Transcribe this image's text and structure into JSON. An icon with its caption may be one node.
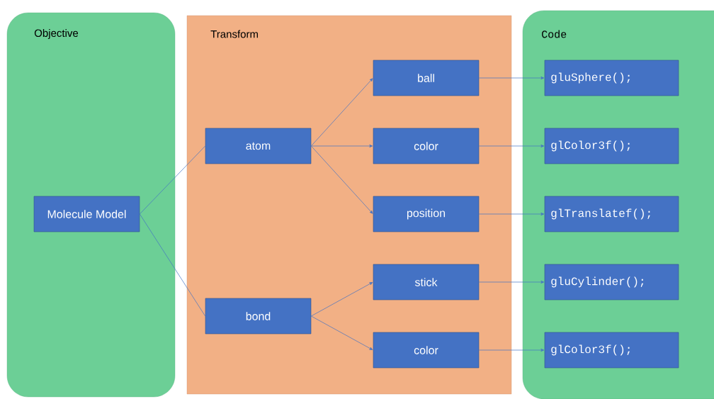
{
  "diagram": {
    "nodes": [
      {
        "text": [
          "Objective"
        ]
      },
      {
        "text": [
          "Molecule Model"
        ],
        "in": 0
      },
      {
        "text": [
          "Transform"
        ]
      },
      {
        "text": [
          "atom"
        ],
        "in": 2
      },
      {
        "text": [
          "bond"
        ],
        "in": 2
      },
      {
        "text": [
          "ball"
        ],
        "in": 2
      },
      {
        "text": [
          "color"
        ],
        "in": 2
      },
      {
        "text": [
          "position"
        ],
        "in": 2
      },
      {
        "text": [
          "stick"
        ],
        "in": 2
      },
      {
        "text": [
          "color"
        ],
        "in": 2
      },
      {
        "text": [
          "Code"
        ]
      },
      {
        "text": [
          "gluSphere();"
        ],
        "in": 10
      },
      {
        "text": [
          "glColor3f();"
        ],
        "in": 10
      },
      {
        "text": [
          "glTranslatef();"
        ],
        "in": 10
      },
      {
        "text": [
          "gluCylinder();"
        ],
        "in": 10
      },
      {
        "text": [
          "glColor3f();"
        ],
        "in": 10
      }
    ],
    "edges": [
      {
        "from": 1,
        "to": 3,
        "arrow": "none"
      },
      {
        "from": 1,
        "to": 4,
        "arrow": "none"
      },
      {
        "from": 3,
        "to": 5,
        "arrow": "to"
      },
      {
        "from": 3,
        "to": 6,
        "arrow": "to"
      },
      {
        "from": 3,
        "to": 7,
        "arrow": "to"
      },
      {
        "from": 4,
        "to": 8,
        "arrow": "to"
      },
      {
        "from": 4,
        "to": 9,
        "arrow": "to"
      },
      {
        "from": 5,
        "to": 11,
        "arrow": "to"
      },
      {
        "from": 6,
        "to": 12,
        "arrow": "to"
      },
      {
        "from": 7,
        "to": 13,
        "arrow": "to"
      },
      {
        "from": 8,
        "to": 14,
        "arrow": "to"
      },
      {
        "from": 9,
        "to": 15,
        "arrow": "to"
      }
    ]
  }
}
